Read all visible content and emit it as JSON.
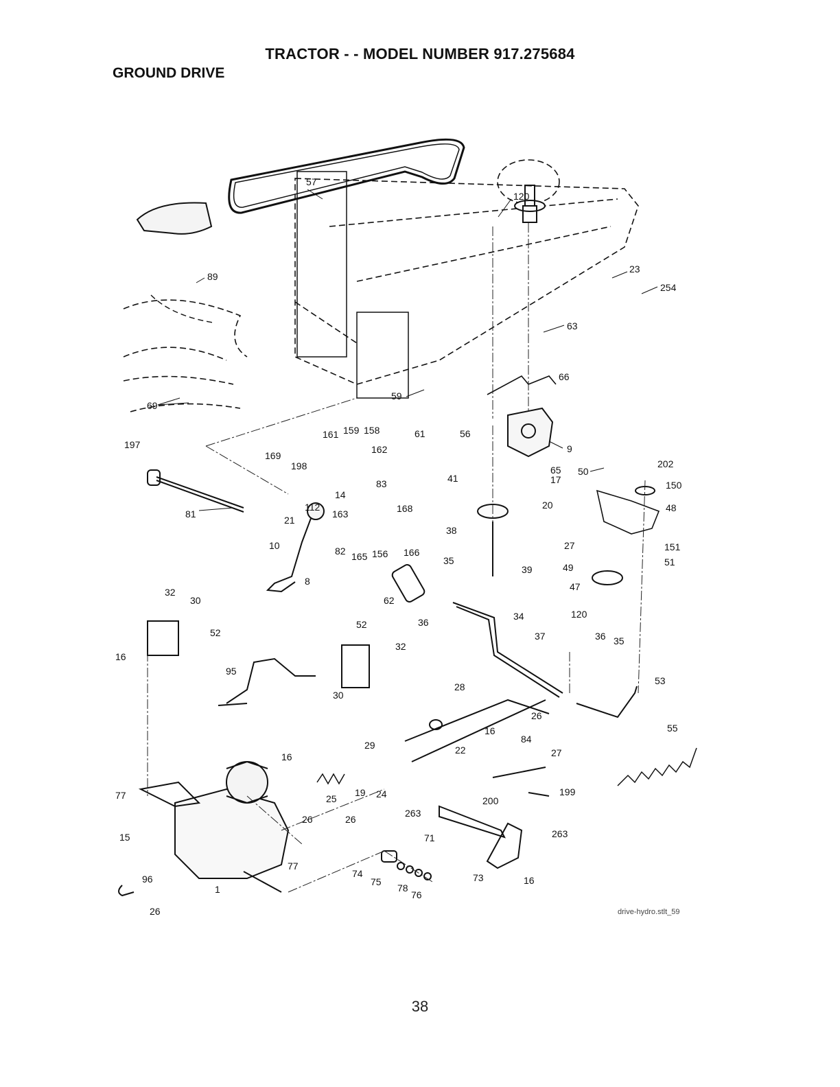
{
  "header": {
    "title": "TRACTOR - - MODEL NUMBER 917.275684",
    "section": "GROUND DRIVE"
  },
  "diagram": {
    "drawing_code": "drive-hydro.stlt_59",
    "labels": {
      "p57": "57",
      "p120a": "120",
      "p89": "89",
      "p23": "23",
      "p254": "254",
      "p63": "63",
      "p66": "66",
      "p69": "69",
      "p59": "59",
      "p61": "61",
      "p56": "56",
      "p197": "197",
      "p161": "161",
      "p159": "159",
      "p158": "158",
      "p162": "162",
      "p169": "169",
      "p198": "198",
      "p9": "9",
      "p65": "65",
      "p17": "17",
      "p41": "41",
      "p50": "50",
      "p202": "202",
      "p150": "150",
      "p81": "81",
      "p112": "112",
      "p14": "14",
      "p83": "83",
      "p20": "20",
      "p48": "48",
      "p163": "163",
      "p168": "168",
      "p21": "21",
      "p38": "38",
      "p27a": "27",
      "p151": "151",
      "p10": "10",
      "p82": "82",
      "p165": "165",
      "p156": "156",
      "p166": "166",
      "p35a": "35",
      "p39": "39",
      "p49": "49",
      "p51": "51",
      "p8": "8",
      "p47": "47",
      "p32a": "32",
      "p30a": "30",
      "p62": "62",
      "p120b": "120",
      "p36a": "36",
      "p34": "34",
      "p52a": "52",
      "p52b": "52",
      "p16a": "16",
      "p32b": "32",
      "p37": "37",
      "p36b": "36",
      "p35b": "35",
      "p95": "95",
      "p30b": "30",
      "p53": "53",
      "p28": "28",
      "p26a": "26",
      "p55": "55",
      "p16b": "16",
      "p84": "84",
      "p29": "29",
      "p22": "22",
      "p27b": "27",
      "p16c": "16",
      "p199": "199",
      "p77a": "77",
      "p25": "25",
      "p19": "19",
      "p24": "24",
      "p200": "200",
      "p263a": "263",
      "p26b": "26",
      "p26c": "26",
      "p15": "15",
      "p71": "71",
      "p263b": "263",
      "p77b": "77",
      "p74": "74",
      "p75": "75",
      "p78": "78",
      "p76": "76",
      "p73": "73",
      "p16d": "16",
      "p96": "96",
      "p1": "1",
      "p26d": "26"
    }
  },
  "footer": {
    "page_number": "38"
  }
}
